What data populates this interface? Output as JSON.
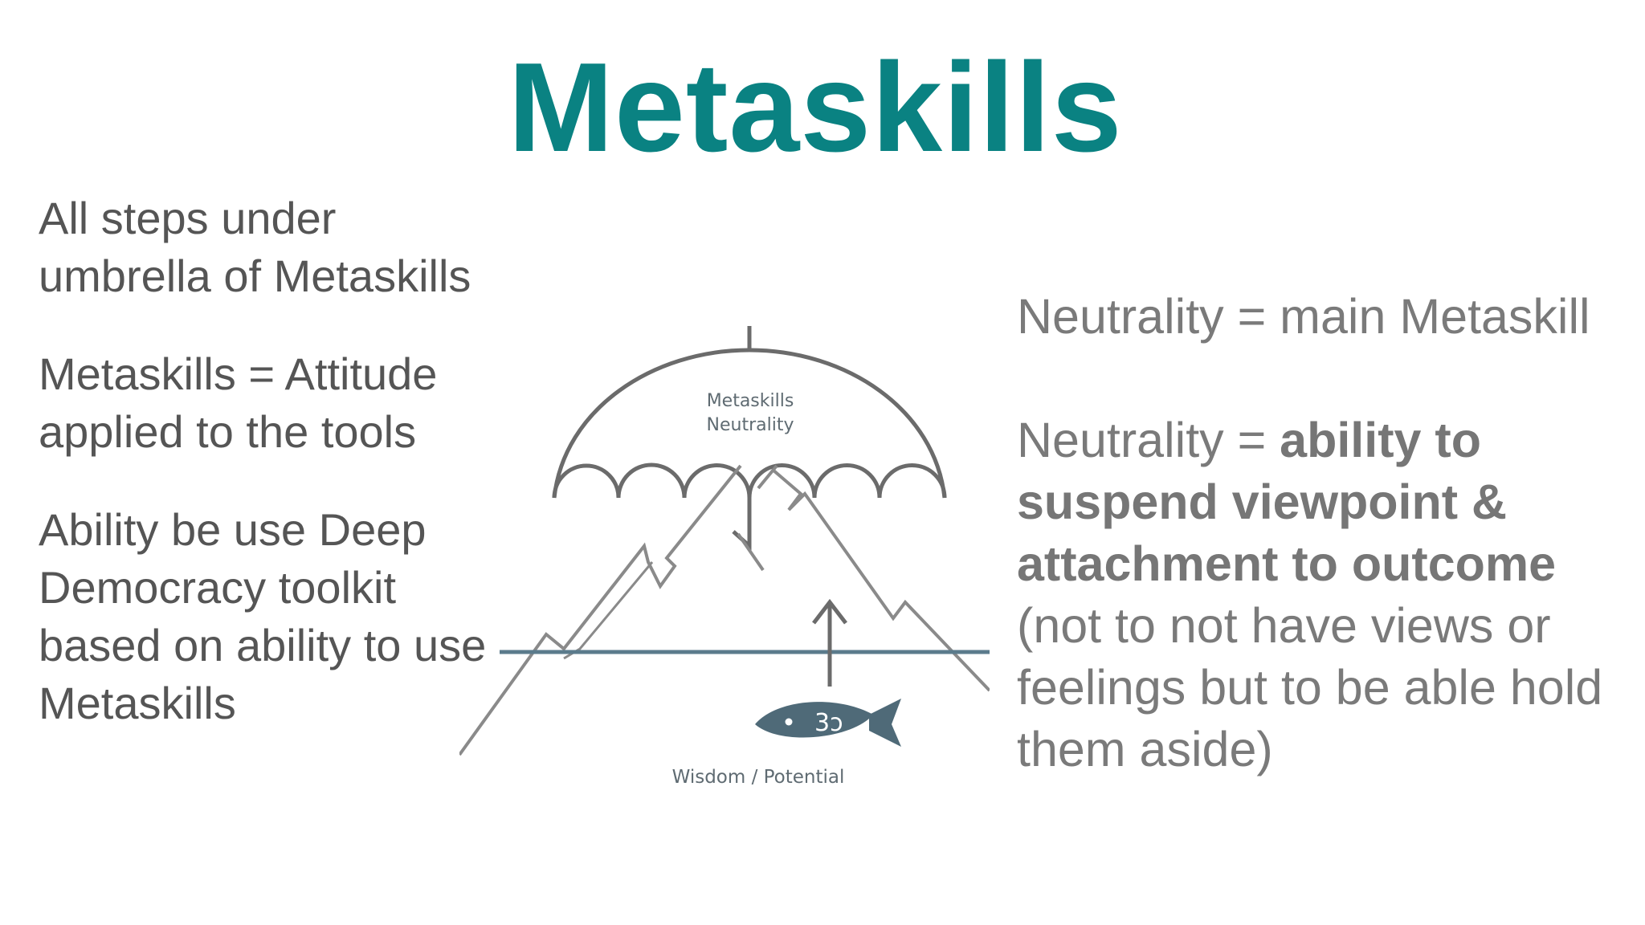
{
  "title": "Metaskills",
  "left": {
    "paragraph1": "All steps under umbrella of Metaskills",
    "paragraph2": "Metaskills = Attitude applied to the tools",
    "paragraph3": "Ability be use Deep Democracy toolkit based on ability to use Metaskills"
  },
  "figure": {
    "umbrella_label_line1": "Metaskills",
    "umbrella_label_line2": "Neutrality",
    "fish_mark": "3ↄ",
    "caption": "Wisdom / Potential"
  },
  "right": {
    "paragraph1": "Neutrality = main Metaskill",
    "paragraph2_prefix": "Neutrality = ",
    "paragraph2_bold": "ability to suspend viewpoint & attachment to outcome",
    "paragraph2_suffix": " (not to not have views or feelings but to be able hold them aside)"
  },
  "colors": {
    "title": "#0a8282",
    "left_text": "#555555",
    "right_text": "#7a7a7a",
    "diagram_line": "#5f6e77",
    "waterline": "#5b7b8c",
    "fish": "#4f6a78"
  }
}
